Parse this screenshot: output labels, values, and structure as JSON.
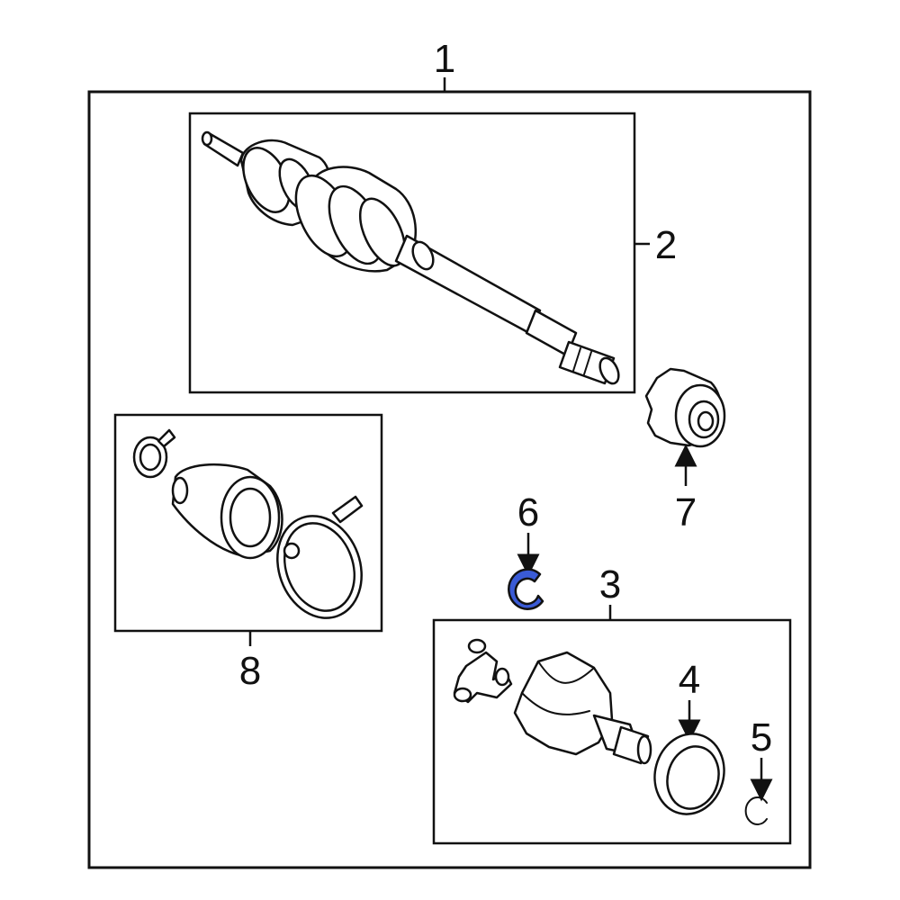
{
  "diagram": {
    "callouts": {
      "c1": "1",
      "c2": "2",
      "c3": "3",
      "c4": "4",
      "c5": "5",
      "c6": "6",
      "c7": "7",
      "c8": "8"
    },
    "highlight_color": "#3a5bd6",
    "line_color": "#111111"
  }
}
